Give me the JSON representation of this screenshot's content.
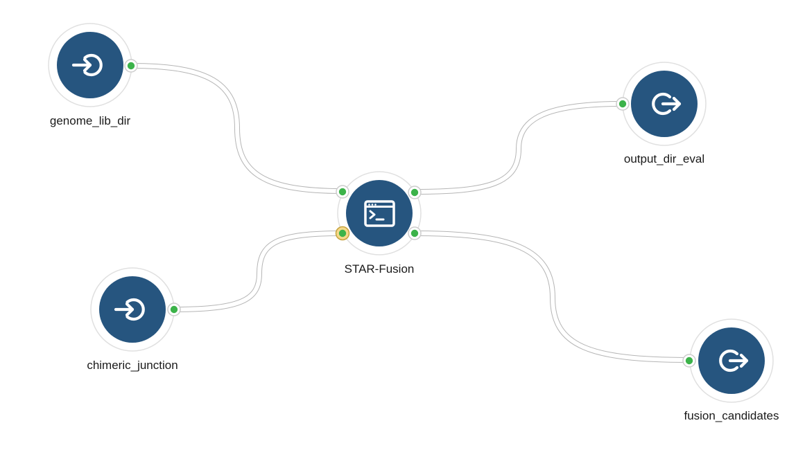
{
  "workflow": {
    "inputs": [
      {
        "id": "genome_lib_dir",
        "label": "genome_lib_dir",
        "icon": "input-arrow-icon"
      },
      {
        "id": "chimeric_junction",
        "label": "chimeric_junction",
        "icon": "input-arrow-icon"
      }
    ],
    "step": {
      "id": "STAR-Fusion",
      "label": "STAR-Fusion",
      "icon": "terminal-window-icon"
    },
    "outputs": [
      {
        "id": "output_dir_eval",
        "label": "output_dir_eval",
        "icon": "output-arrow-icon"
      },
      {
        "id": "fusion_candidates",
        "label": "fusion_candidates",
        "icon": "output-arrow-icon"
      }
    ],
    "connections": [
      {
        "from": "genome_lib_dir",
        "to": "STAR-Fusion"
      },
      {
        "from": "chimeric_junction",
        "to": "STAR-Fusion"
      },
      {
        "from": "STAR-Fusion",
        "to": "output_dir_eval"
      },
      {
        "from": "STAR-Fusion",
        "to": "fusion_candidates"
      }
    ]
  },
  "colors": {
    "node_fill": "#26557f",
    "port_connected": "#3cb34a",
    "port_highlight": "#f4d98b",
    "edge": "#b5b5b5"
  }
}
